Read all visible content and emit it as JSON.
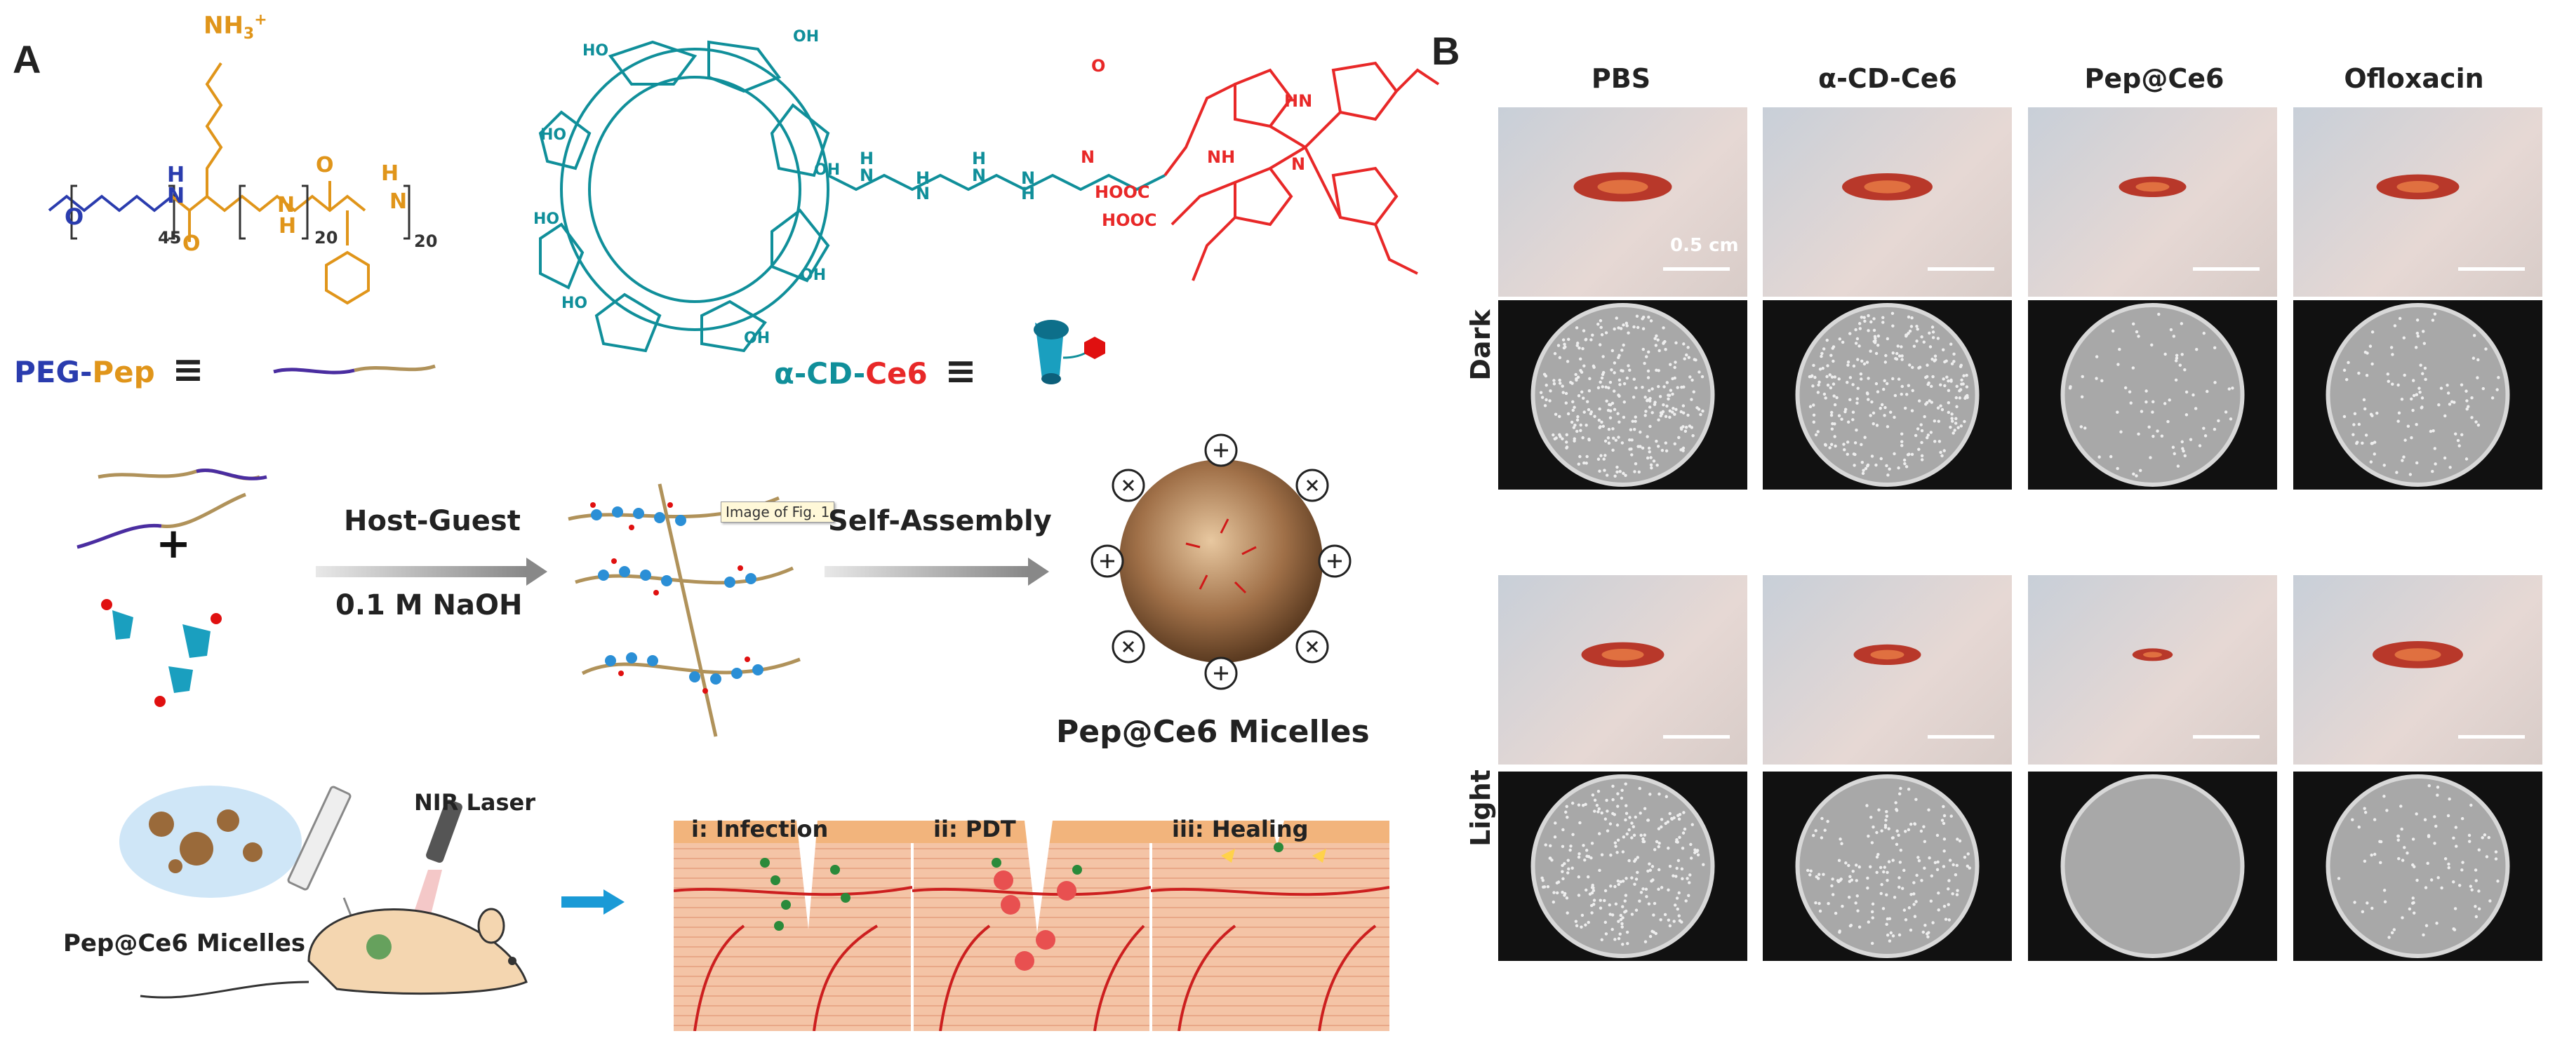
{
  "panel_a": {
    "letter": "A",
    "peg_pep": {
      "nh3": "NH",
      "nh3_sub": "3",
      "nh3_sup": "+",
      "o": "O",
      "n45": "45",
      "h1": "H",
      "n1": "N",
      "n20a": "20",
      "h2": "H",
      "n2": "N",
      "h3": "H",
      "n20b": "20",
      "o2": "O",
      "o3": "O",
      "name_peg": "PEG-",
      "name_pep": "Pep",
      "equiv": "≡"
    },
    "cd_ce6": {
      "name_cd": "α-CD-",
      "name_ce6": "Ce6",
      "equiv": "≡",
      "nh_labels": [
        "H",
        "N",
        "H",
        "N",
        "H",
        "N",
        "N",
        "H"
      ],
      "ho": "HO",
      "oh": "OH",
      "o": "O",
      "hooc": "HOOC",
      "hn": "HN",
      "nh": "NH",
      "n": "N"
    },
    "assembly": {
      "step1_top": "Host-Guest",
      "step1_bottom": "0.1 M NaOH",
      "step2_top": "Self-Assembly",
      "plus": "+",
      "micelle_label": "Pep@Ce6 Micelles",
      "tooltip": "Image of Fig. 1"
    },
    "therapy": {
      "laser": "NIR Laser",
      "micelles": "Pep@Ce6 Micelles",
      "stage1": "i: Infection",
      "stage2": "ii: PDT",
      "stage3": "iii: Healing"
    }
  },
  "panel_b": {
    "letter": "B",
    "columns": [
      "PBS",
      "α-CD-Ce6",
      "Pep@Ce6",
      "Ofloxacin"
    ],
    "rows": [
      "Dark",
      "Light"
    ],
    "scale_bar": "0.5 cm"
  },
  "colors": {
    "peg_blue": "#2a3cae",
    "pep_orange": "#e0951a",
    "cd_teal": "#108f9a",
    "ce6_red": "#e82828",
    "skin": "#f2c9a8",
    "vessel": "#cc1f1f"
  }
}
